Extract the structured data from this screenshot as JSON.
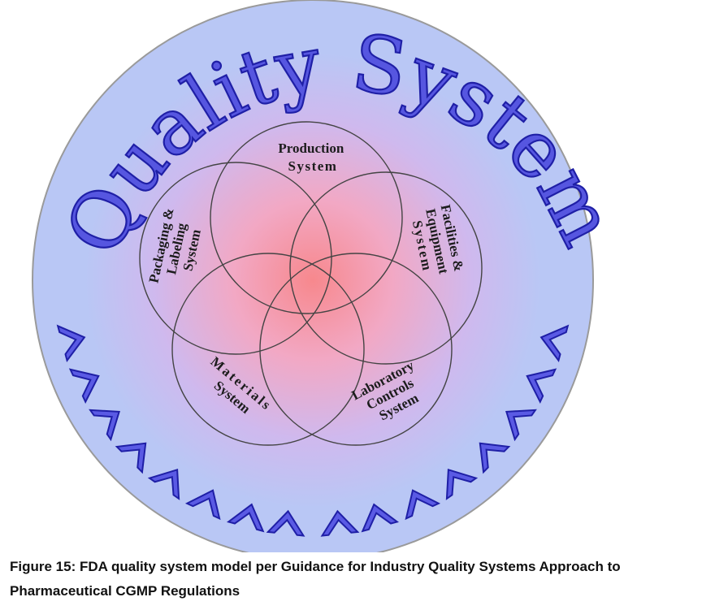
{
  "diagram": {
    "title": "Quality System",
    "systems": [
      {
        "id": "production",
        "lines": [
          "Production",
          "System"
        ]
      },
      {
        "id": "facilities",
        "lines": [
          "Facilities &",
          "Equipment",
          "System"
        ]
      },
      {
        "id": "laboratory",
        "lines": [
          "Laboratory",
          "Controls",
          "System"
        ]
      },
      {
        "id": "materials",
        "lines": [
          "Materials",
          "System"
        ]
      },
      {
        "id": "packaging",
        "lines": [
          "Packaging &",
          "Labeling",
          "System"
        ]
      }
    ],
    "colors": {
      "outer_fill": "#b9c7f5",
      "outer_stroke": "#9a9a9a",
      "center_glow": "#f78e93",
      "title_fill": "#5656e0",
      "title_stroke": "#1f1fa6",
      "circle_stroke": "#444444"
    }
  },
  "caption": {
    "line1": "Figure 15: FDA quality system model per Guidance for Industry Quality Systems Approach to",
    "line2": "Pharmaceutical CGMP Regulations"
  }
}
